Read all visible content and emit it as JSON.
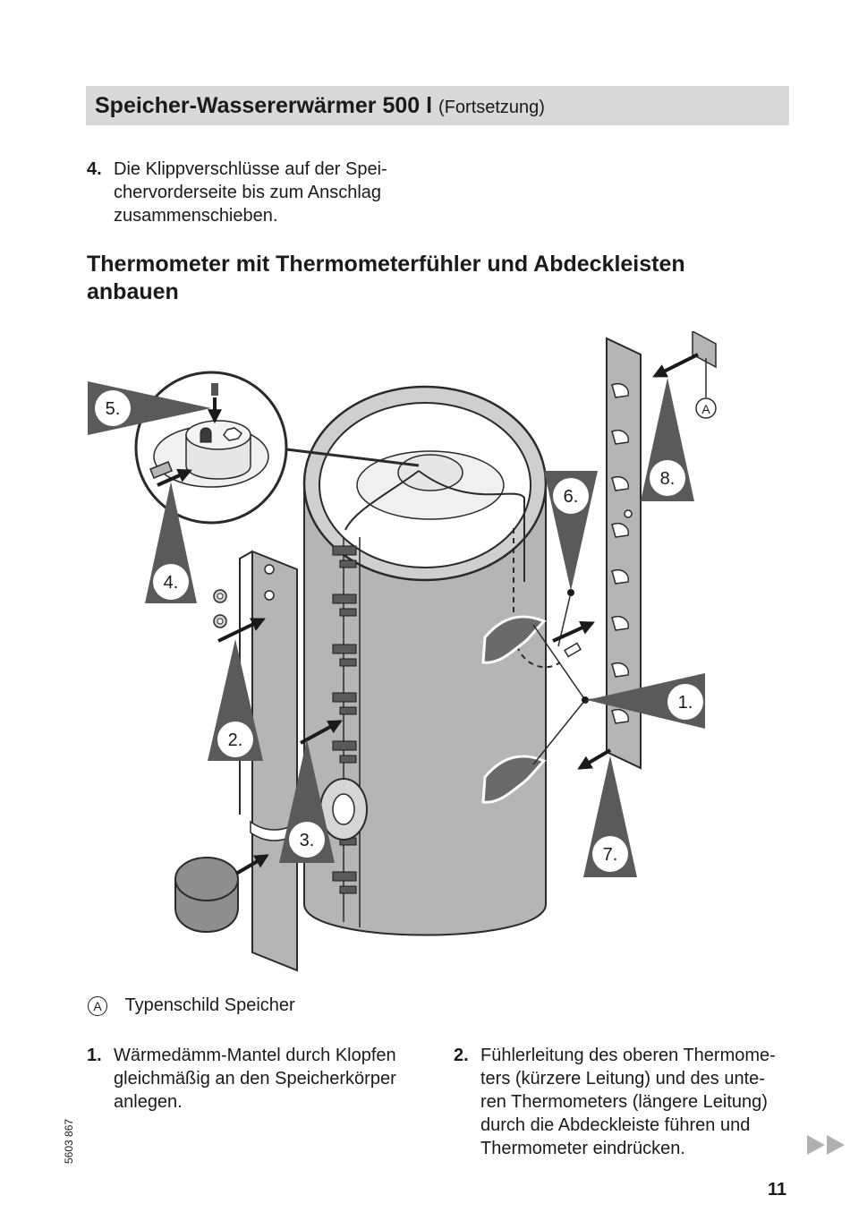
{
  "header": {
    "title": "Speicher-Wassererwärmer 500 l",
    "title_suffix": "(Fortsetzung)"
  },
  "intro_step": {
    "number": "4.",
    "text": "Die Klippverschlüsse auf der Spei-\nchervorderseite bis zum Anschlag\nzusammenschieben."
  },
  "section": {
    "title": "Thermometer mit Thermometerfühler und Abdeckleisten\nanbauen"
  },
  "figure": {
    "callouts": [
      "5.",
      "4.",
      "2.",
      "3.",
      "6.",
      "8.",
      "1.",
      "7."
    ],
    "marker": "A"
  },
  "legend": {
    "marker": "A",
    "text": "Typenschild Speicher"
  },
  "steps": [
    {
      "number": "1.",
      "text": "Wärmedämm-Mantel durch Klopfen\ngleichmäßig an den Speicherkörper\nanlegen."
    },
    {
      "number": "2.",
      "text": "Fühlerleitung des oberen Thermome-\nters (kürzere Leitung) und des unte-\nren Thermometers (längere Leitung)\ndurch die Abdeckleiste führen und\nThermometer eindrücken."
    }
  ],
  "footer": {
    "doc_number": "5603 867",
    "page_number": "11"
  }
}
